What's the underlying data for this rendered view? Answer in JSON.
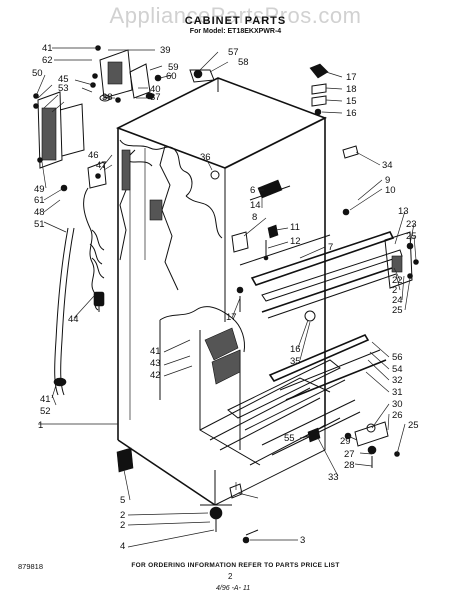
{
  "header": {
    "watermark": "AppliancePartsPros.com",
    "title": "CABINET PARTS",
    "model_line": "For Model: ET18EKXPWR-4"
  },
  "footer": {
    "ordering_note": "FOR ORDERING INFORMATION REFER TO PARTS PRICE LIST",
    "page_number": "2",
    "drawing_code": "879818",
    "date_code": "4/96 -A- 11"
  },
  "callouts": [
    "1",
    "2",
    "2",
    "2",
    "3",
    "4",
    "5",
    "6",
    "7",
    "8",
    "9",
    "10",
    "11",
    "12",
    "13",
    "14",
    "15",
    "16",
    "17",
    "18",
    "19",
    "20",
    "22",
    "23",
    "24",
    "25",
    "25",
    "26",
    "27",
    "28",
    "29",
    "30",
    "31",
    "32",
    "33",
    "34",
    "35",
    "36",
    "37",
    "38",
    "39",
    "40",
    "41",
    "41",
    "41",
    "42",
    "43",
    "44",
    "45",
    "46",
    "47",
    "48",
    "49",
    "50",
    "51",
    "52",
    "53",
    "54",
    "55",
    "56",
    "57",
    "58",
    "59",
    "60",
    "61",
    "62"
  ],
  "colors": {
    "ink": "#111111",
    "watermark": "#c9c9c9"
  }
}
